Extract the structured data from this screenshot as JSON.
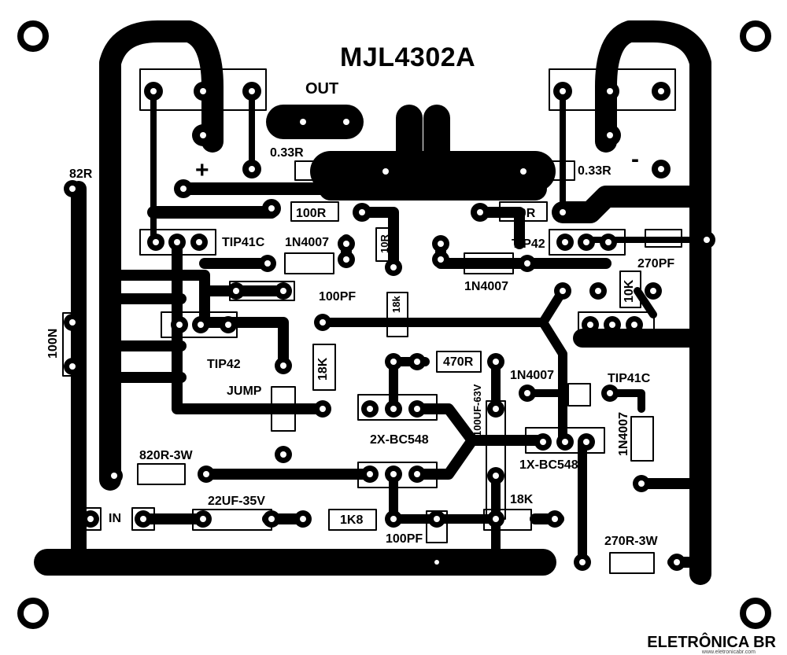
{
  "title": "MJL4302A",
  "labels": {
    "out": "OUT",
    "plus": "+",
    "minus": "-",
    "r033_left": "0.33R",
    "r033_right": "0.33R",
    "r82": "82R",
    "r100_left": "100R",
    "r100_right": "100R",
    "r10": "10R",
    "tip41c_top": "TIP41C",
    "tip42_top": "TIP42",
    "d1n4007_left": "1N4007",
    "d1n4007_mid": "1N4007",
    "d1n4007_right": "1N4007",
    "d1n4007_vert": "1N4007",
    "c270pf": "270PF",
    "r10k": "10K",
    "c100pf_top": "100PF",
    "r18k_small": "18k",
    "r18k_vert": "18K",
    "r470": "470R",
    "c100uf": "100UF-63V",
    "tip41c_right": "TIP41C",
    "tip42_left": "TIP42",
    "jump": "JUMP",
    "q2x": "2X-BC548",
    "q1x": "1X-BC548",
    "r820": "820R-3W",
    "c22uf": "22UF-35V",
    "in": "IN",
    "r1k8": "1K8",
    "r18k_bottom": "18K",
    "c100pf_bottom": "100PF",
    "r270": "270R-3W",
    "c100n": "100N"
  },
  "brand": {
    "name": "ELETRÔNICA BR",
    "url": "www.eletronicabr.com"
  }
}
